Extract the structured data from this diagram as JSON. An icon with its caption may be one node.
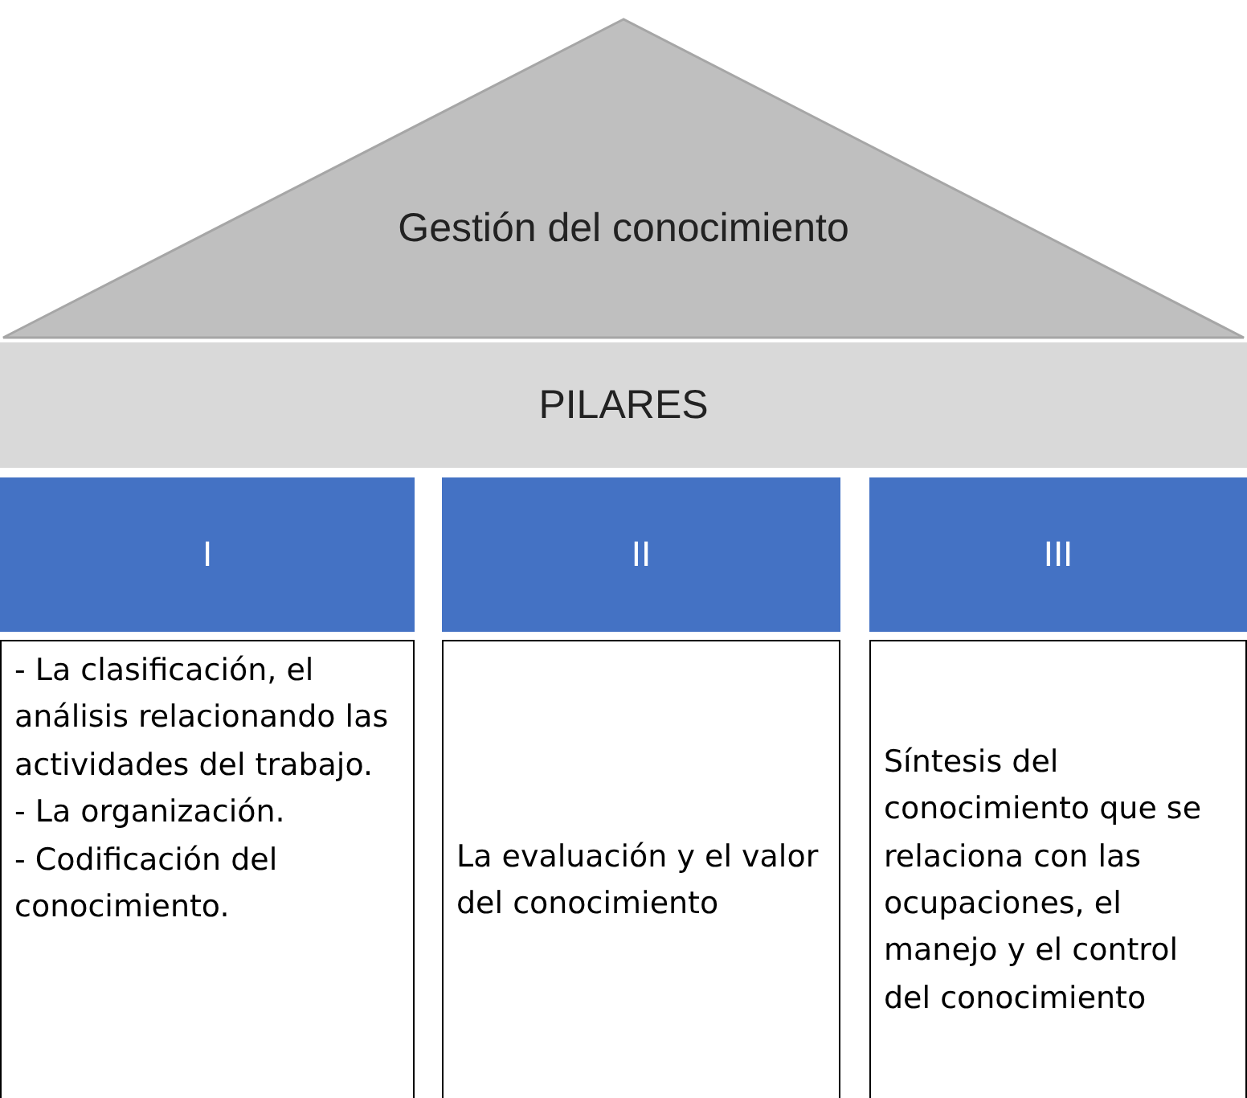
{
  "diagram": {
    "nodes": [
      {
        "text": [
          "Gestión del conocimiento"
        ]
      },
      {
        "text": [
          "PILARES"
        ]
      },
      {
        "text": [
          "I"
        ]
      },
      {
        "text": [
          "II"
        ]
      },
      {
        "text": [
          "III"
        ]
      },
      {
        "text": [
          "- La clasificación, el análisis relacionando las actividades del trabajo.",
          "- La organización.",
          "- Codificación del conocimiento."
        ]
      },
      {
        "text": [
          "La evaluación y el valor del conocimiento"
        ]
      },
      {
        "text": [
          "Síntesis del conocimiento que se relaciona con las ocupaciones, el manejo y el control del conocimiento"
        ]
      }
    ]
  }
}
